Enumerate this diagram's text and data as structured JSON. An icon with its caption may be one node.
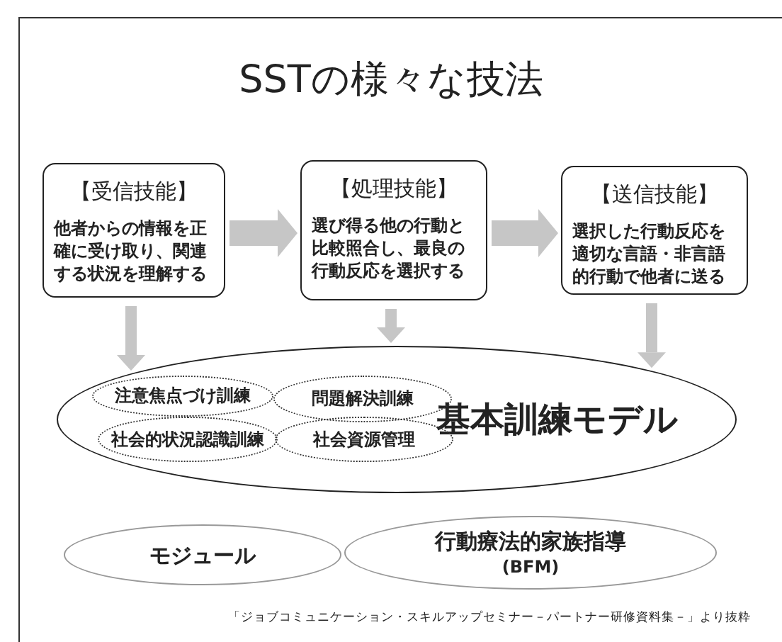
{
  "diagram": {
    "title": "SSTの様々な技法",
    "caption": "「ジョブコミュニケーション・スキルアップセミナー－パートナー研修資料集－」より抜粋",
    "nodes": [
      {
        "text": [
          "【受信技能】",
          "他者からの情報を正確に受け取り、関連する状況を理解する"
        ]
      },
      {
        "text": [
          "【処理技能】",
          "選び得る他の行動と比較照合し、最良の行動反応を選択する"
        ]
      },
      {
        "text": [
          "【送信技能】",
          "選択した行動反応を適切な言語・非言語的行動で他者に送る"
        ]
      },
      {
        "text": [
          "基本訓練モデル"
        ]
      },
      {
        "text": [
          "注意焦点づけ訓練"
        ],
        "in": 3
      },
      {
        "text": [
          "問題解決訓練"
        ],
        "in": 3
      },
      {
        "text": [
          "社会的状況認識訓練"
        ],
        "in": 3
      },
      {
        "text": [
          "社会資源管理"
        ],
        "in": 3
      },
      {
        "text": [
          "モジュール"
        ]
      },
      {
        "text": [
          "行動療法的家族指導",
          "(BFM)"
        ]
      }
    ],
    "edges": [
      {
        "from": 0,
        "to": 1,
        "arrow": "to",
        "style": "thick"
      },
      {
        "from": 1,
        "to": 2,
        "arrow": "to",
        "style": "thick"
      },
      {
        "from": 0,
        "to": 3,
        "arrow": "to"
      },
      {
        "from": 1,
        "to": 3,
        "arrow": "to"
      },
      {
        "from": 2,
        "to": 3,
        "arrow": "to"
      }
    ]
  }
}
